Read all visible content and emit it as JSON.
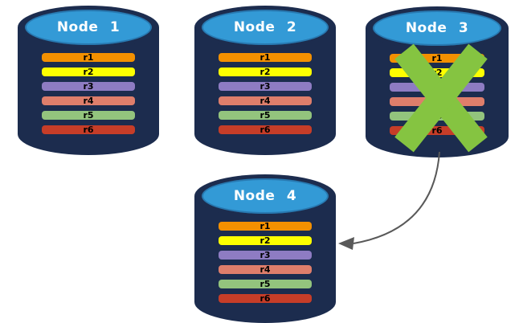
{
  "nodes": [
    {
      "label": "Node 1",
      "failed": false
    },
    {
      "label": "Node 2",
      "failed": false
    },
    {
      "label": "Node 3",
      "failed": true
    },
    {
      "label": "Node 4",
      "failed": false
    }
  ],
  "rows": [
    {
      "label": "r1",
      "color": "#F39000"
    },
    {
      "label": "r2",
      "color": "#FDFF00"
    },
    {
      "label": "r3",
      "color": "#8E7CC3"
    },
    {
      "label": "r4",
      "color": "#DE7E6B"
    },
    {
      "label": "r5",
      "color": "#93C47D"
    },
    {
      "label": "r6",
      "color": "#C63D28"
    }
  ],
  "colors": {
    "cylinder_body": "#1C2C4E",
    "cylinder_top": "#339AD6",
    "failure_x": "#85C441",
    "arrow": "#595959",
    "row_text": "#000000",
    "node_label_text": "#FFFFFF"
  },
  "arrow": {
    "from": "Node 3",
    "to": "Node 4"
  }
}
